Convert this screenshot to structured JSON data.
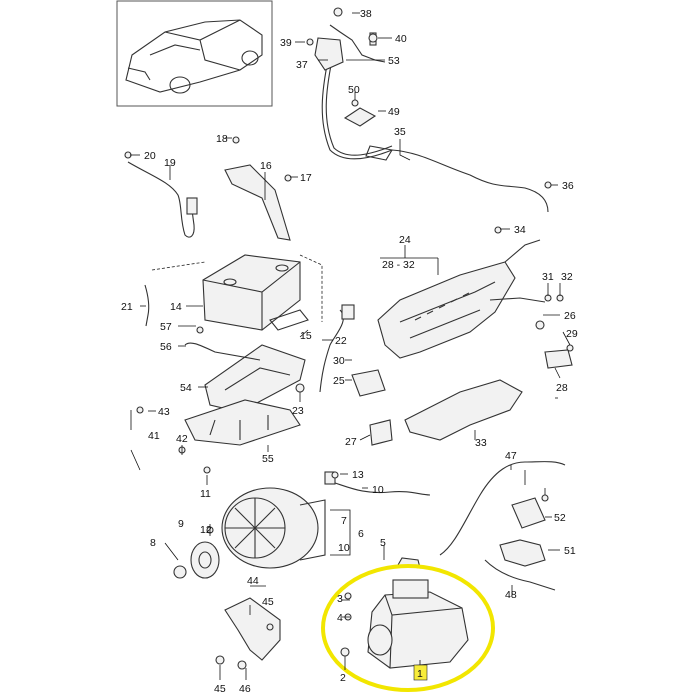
{
  "colors": {
    "highlight_ring": "#f2e600",
    "highlight_box": "#f7ec3a",
    "line": "#222222",
    "background": "#ffffff"
  },
  "labels": {
    "l1": "1",
    "l2": "2",
    "l3": "3",
    "l4": "4",
    "l5": "5",
    "l6": "6",
    "l7": "7",
    "l8": "8",
    "l9": "9",
    "l10a": "10",
    "l10b": "10",
    "l11": "11",
    "l12": "12",
    "l13": "13",
    "l14": "14",
    "l15": "15",
    "l16": "16",
    "l17": "17",
    "l18": "18",
    "l19": "19",
    "l20": "20",
    "l21": "21",
    "l22": "22",
    "l23": "23",
    "l24": "24",
    "l24r": "28 - 32",
    "l25": "25",
    "l26": "26",
    "l27": "27",
    "l28": "28",
    "l29": "29",
    "l30": "30",
    "l31": "31",
    "l32": "32",
    "l33": "33",
    "l34": "34",
    "l35": "35",
    "l36": "36",
    "l37": "37",
    "l38": "38",
    "l39": "39",
    "l40": "40",
    "l41": "41",
    "l42": "42",
    "l43": "43",
    "l44": "44",
    "l45a": "45",
    "l45b": "45",
    "l46": "46",
    "l47": "47",
    "l48": "48",
    "l49": "49",
    "l50": "50",
    "l51": "51",
    "l52": "52",
    "l53": "53",
    "l54": "54",
    "l55": "55",
    "l56": "56",
    "l57": "57"
  }
}
